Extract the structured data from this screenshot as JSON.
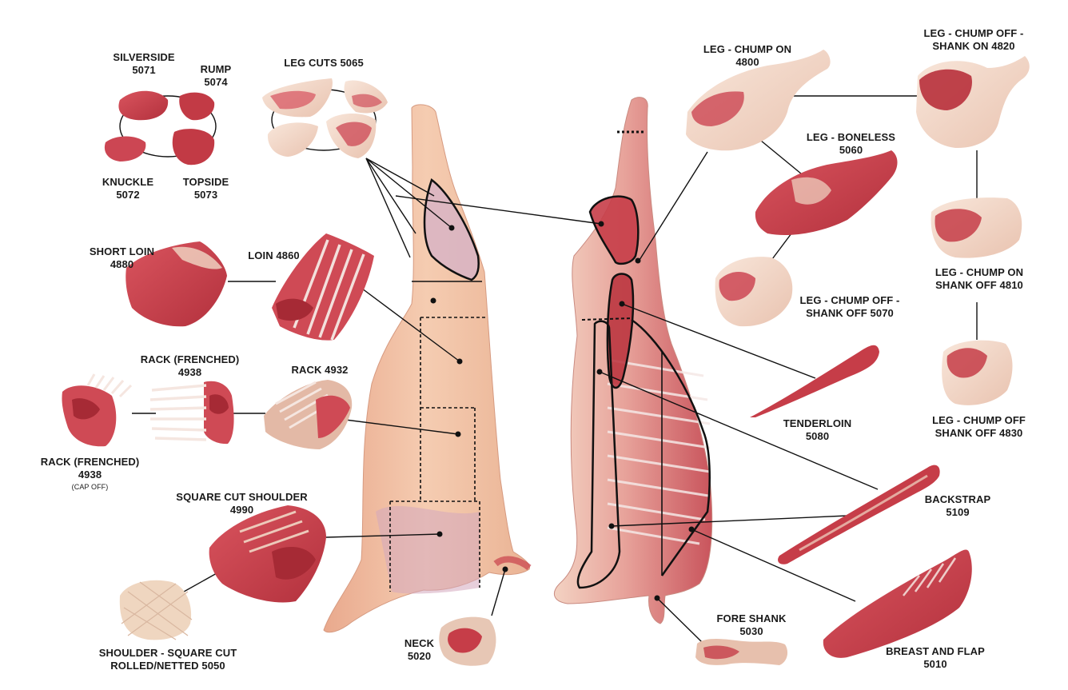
{
  "diagram": {
    "labels": [
      {
        "id": "silverside",
        "lines": [
          "SILVERSIDE",
          "5071"
        ]
      },
      {
        "id": "rump",
        "lines": [
          "RUMP",
          "5074"
        ]
      },
      {
        "id": "knuckle",
        "lines": [
          "KNUCKLE",
          "5072"
        ]
      },
      {
        "id": "topside",
        "lines": [
          "TOPSIDE",
          "5073"
        ]
      },
      {
        "id": "leg-cuts",
        "lines": [
          "LEG CUTS 5065"
        ]
      },
      {
        "id": "short-loin",
        "lines": [
          "SHORT LOIN",
          "4880"
        ]
      },
      {
        "id": "loin",
        "lines": [
          "LOIN 4860"
        ]
      },
      {
        "id": "rack-frenched",
        "lines": [
          "RACK (FRENCHED)",
          "4938"
        ]
      },
      {
        "id": "rack",
        "lines": [
          "RACK 4932"
        ]
      },
      {
        "id": "rack-frenched-cap-off",
        "lines": [
          "RACK (FRENCHED)",
          "4938"
        ],
        "note": "(CAP OFF)"
      },
      {
        "id": "square-cut-shoulder",
        "lines": [
          "SQUARE CUT SHOULDER",
          "4990"
        ]
      },
      {
        "id": "shoulder-rolled",
        "lines": [
          "SHOULDER - SQUARE CUT",
          "ROLLED/NETTED 5050"
        ]
      },
      {
        "id": "neck",
        "lines": [
          "NECK",
          "5020"
        ]
      },
      {
        "id": "leg-chump-on",
        "lines": [
          "LEG - CHUMP ON",
          "4800"
        ]
      },
      {
        "id": "leg-chump-off-shank-on",
        "lines": [
          "LEG - CHUMP OFF -",
          "SHANK ON 4820"
        ]
      },
      {
        "id": "leg-boneless",
        "lines": [
          "LEG - BONELESS",
          "5060"
        ]
      },
      {
        "id": "leg-chump-on-shank-off",
        "lines": [
          "LEG - CHUMP ON",
          "SHANK OFF 4810"
        ]
      },
      {
        "id": "leg-chump-off-shank-off-5070",
        "lines": [
          "LEG - CHUMP OFF -",
          "SHANK OFF 5070"
        ]
      },
      {
        "id": "tenderloin",
        "lines": [
          "TENDERLOIN",
          "5080"
        ]
      },
      {
        "id": "leg-chump-off-shank-off-4830",
        "lines": [
          "LEG - CHUMP OFF",
          "SHANK OFF 4830"
        ]
      },
      {
        "id": "backstrap",
        "lines": [
          "BACKSTRAP",
          "5109"
        ]
      },
      {
        "id": "fore-shank",
        "lines": [
          "FORE SHANK",
          "5030"
        ]
      },
      {
        "id": "breast-and-flap",
        "lines": [
          "BREAST AND FLAP",
          "5010"
        ]
      }
    ],
    "colors": {
      "meat": "#c9414b",
      "meat_dark": "#a62a35",
      "fat": "#f1d8c6",
      "carcass": "#f3c7a8",
      "carcass_inner": "#e9a99a",
      "line": "#111111"
    }
  }
}
